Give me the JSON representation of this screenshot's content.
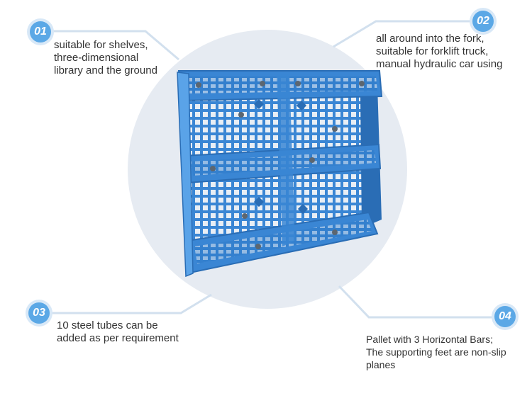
{
  "features": [
    {
      "number": "01",
      "lines": [
        "suitable for shelves,",
        "three-dimensional",
        "library and the ground"
      ]
    },
    {
      "number": "02",
      "lines": [
        "all around into the fork,",
        "suitable for forklift truck,",
        "manual hydraulic car using"
      ]
    },
    {
      "number": "03",
      "lines": [
        "10 steel tubes can be",
        "added as per requirement"
      ]
    },
    {
      "number": "04",
      "lines": [
        "Pallet with 3 Horizontal Bars;",
        "The supporting feet are non-slip",
        "planes"
      ]
    }
  ],
  "colors": {
    "badge": "#5ba8e6",
    "badge_ring": "#d8e8f7",
    "connector_line": "#d2e0ee",
    "circle_background": "#e6ebf2",
    "pallet": "#3a86d4",
    "pallet_dark": "#2a6db5",
    "pallet_light": "#5aa3e8"
  },
  "product": {
    "image_subject": "blue plastic pallet"
  }
}
